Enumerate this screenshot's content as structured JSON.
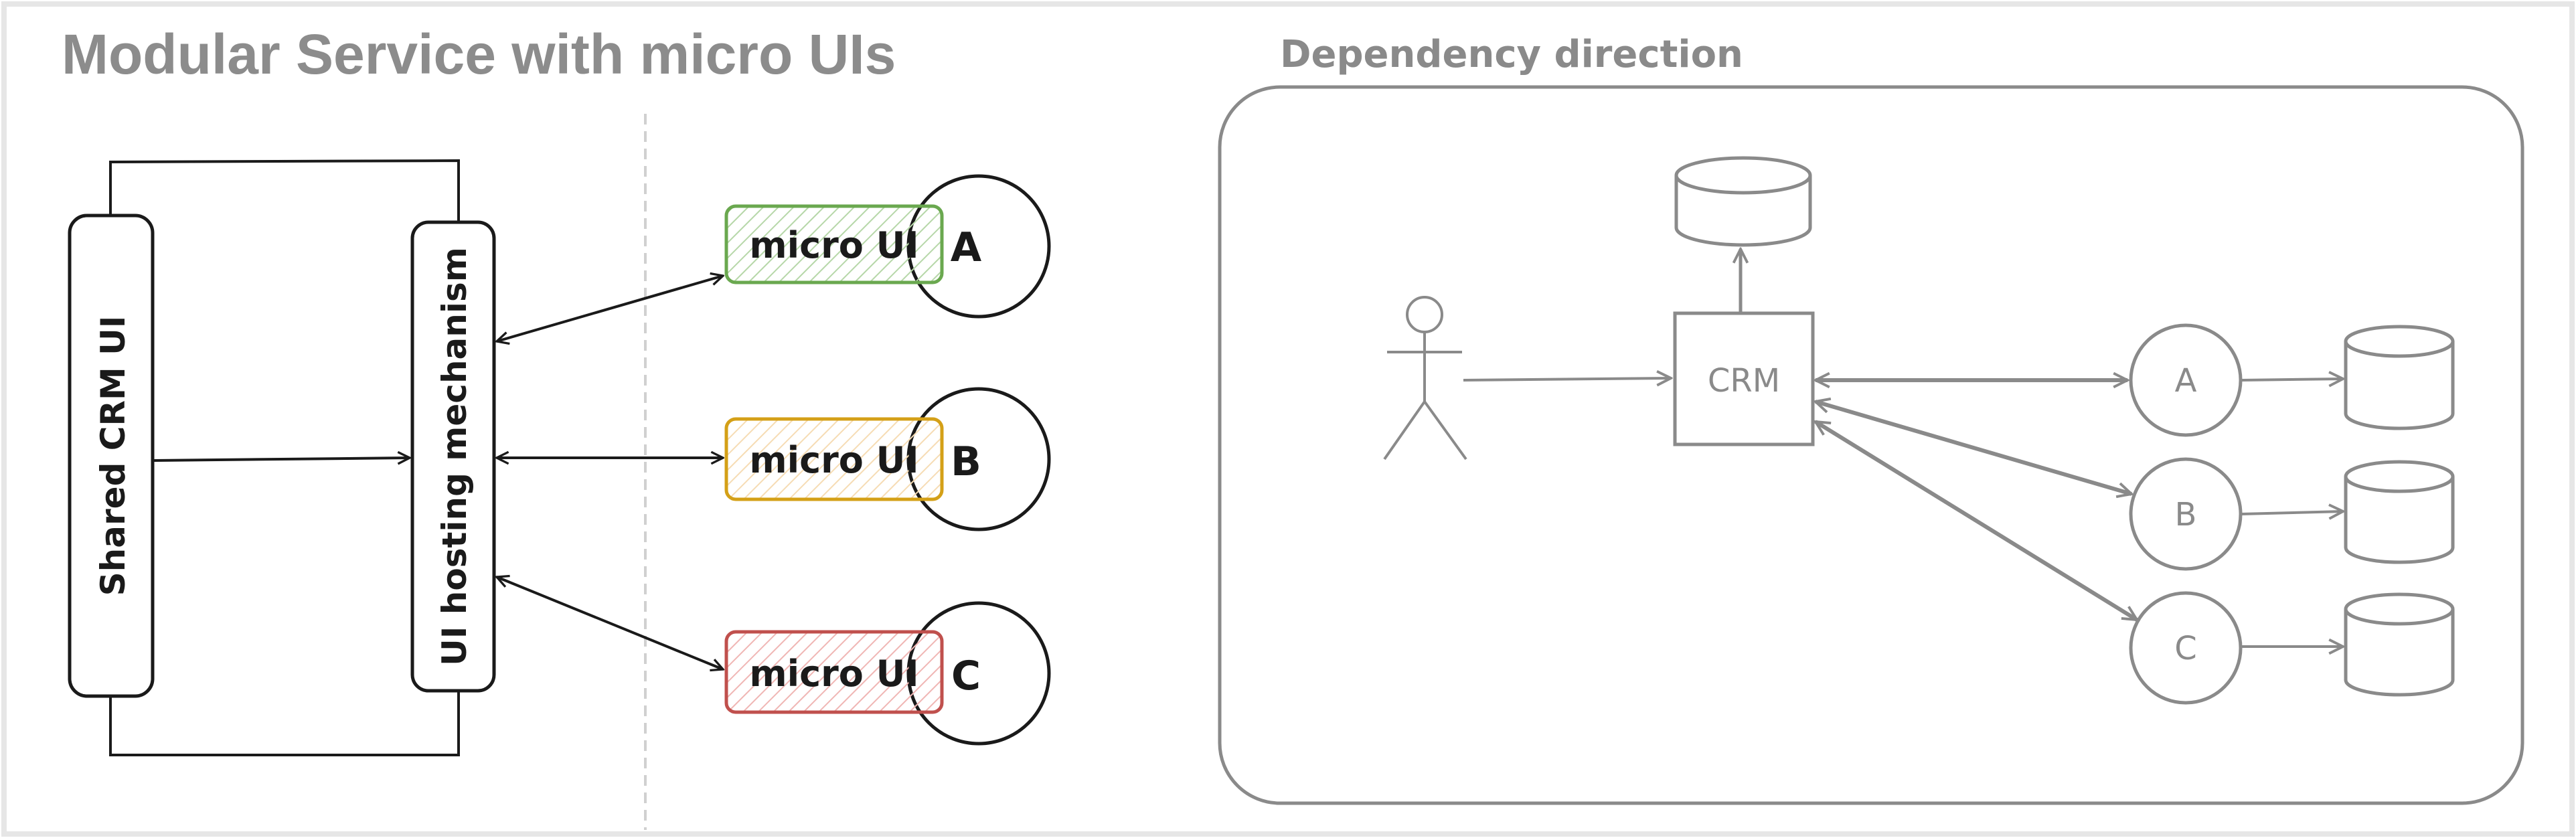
{
  "title": "Modular Service with micro UIs",
  "dependency_title": "Dependency direction",
  "left_diagram": {
    "shared_label": "Shared CRM UI",
    "hosting_label": "UI hosting mechanism",
    "micro_uis": [
      {
        "label": "micro UI",
        "letter": "A",
        "color": "#6aa84f"
      },
      {
        "label": "micro UI",
        "letter": "B",
        "color": "#d4a017"
      },
      {
        "label": "micro UI",
        "letter": "C",
        "color": "#c0504d"
      }
    ]
  },
  "right_diagram": {
    "crm_label": "CRM",
    "services": [
      "A",
      "B",
      "C"
    ]
  },
  "colors": {
    "title": "#8c8c8c",
    "ink": "#1a1a1a",
    "gray_ink": "#8a8a8a",
    "divider": "#d0d0d0",
    "border": "#e6e6e6"
  }
}
